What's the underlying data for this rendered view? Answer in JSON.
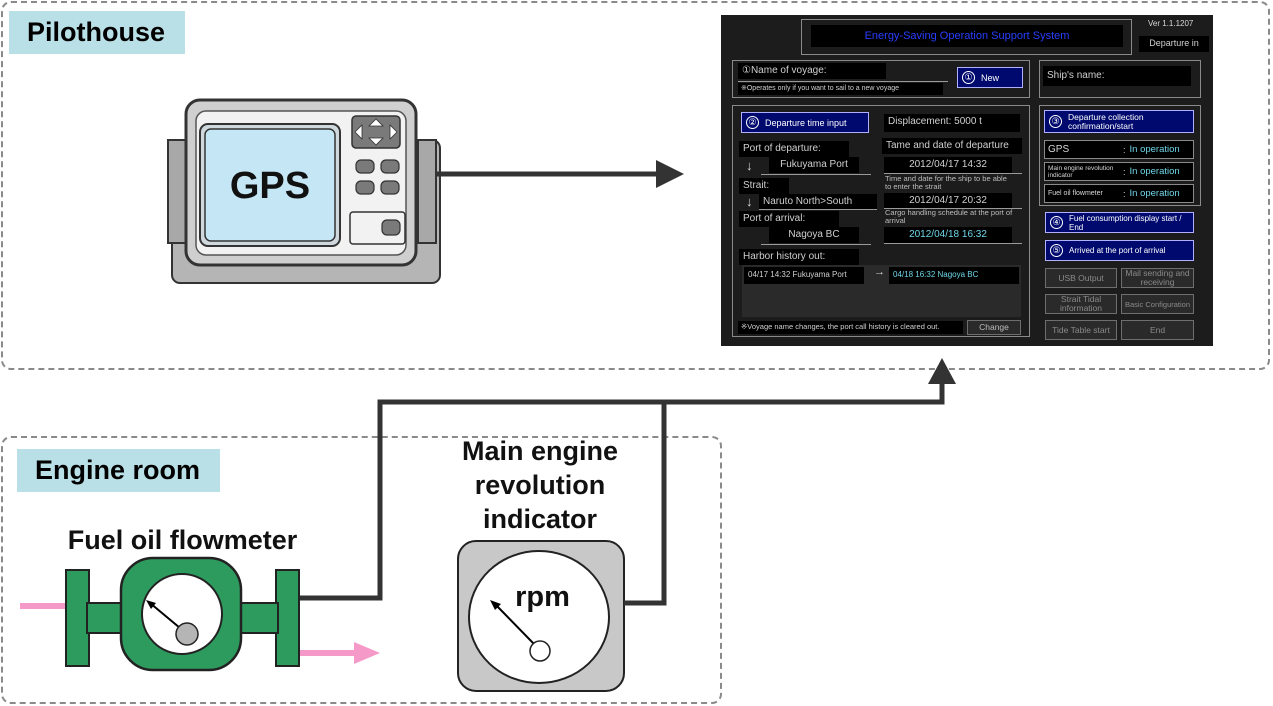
{
  "zones": {
    "pilothouse": "Pilothouse",
    "engine_room": "Engine room"
  },
  "devices": {
    "gps_display": "GPS",
    "flowmeter_label": "Fuel oil flowmeter",
    "rpm_indicator_label_lines": [
      "Main engine",
      "revolution",
      "indicator"
    ],
    "rpm_dial_text": "rpm"
  },
  "colors": {
    "zone_label_bg": "#b9e0e6",
    "flowmeter_green": "#2e9b5e",
    "oil_pipe_pink": "#f59ac8",
    "screen_accent_blue": "#000a6e",
    "screen_cyan": "#6fd6e8"
  },
  "screen": {
    "version": "Ver 1.1.1207",
    "title": "Energy-Saving Operation Support System",
    "mode": "Departure in",
    "voyage_name_label": "①Name of voyage:",
    "voyage_note": "※Operates only if you want to sail to a new voyage",
    "new_button": "New",
    "new_button_num": "①",
    "ships_name_label": "Ship's name:",
    "departure_time_button": "Departure time input",
    "departure_time_num": "②",
    "displacement": "Displacement:  5000 t",
    "port_departure_label": "Port of departure:",
    "port_departure_value": "Fukuyama Port",
    "strait_label": "Strait:",
    "strait_value": "Naruto North>South",
    "port_arrival_label": "Port of arrival:",
    "port_arrival_value": "Nagoya BC",
    "date_departure_label": "Tame and date of departure",
    "date_departure_value": "2012/04/17 14:32",
    "strait_time_note": "Time and date for the ship to be able to enter the strait",
    "strait_time_value": "2012/04/17 20:32",
    "cargo_note": "Cargo handling schedule at the port of arrival",
    "cargo_value": "2012/04/18 16:32",
    "harbor_history_label": "Harbor history out:",
    "harbor_history_from": "04/17  14:32  Fukuyama Port",
    "harbor_history_to": "04/18 16:32 Nagoya BC",
    "history_note": "※Voyage name changes, the port call history is cleared out.",
    "change_button": "Change",
    "arrow_down": "↓",
    "arrow_right": "→",
    "departure_collection_num": "③",
    "departure_collection_button": "Departure collection confirmation/start",
    "status_rows": [
      {
        "name": "GPS",
        "status": "In operation"
      },
      {
        "name": "Main engine revolution indicator",
        "status": "In operation"
      },
      {
        "name": "Fuel oil flowmeter",
        "status": "In operation"
      }
    ],
    "fuel_display_num": "④",
    "fuel_display_button": "Fuel consumption display start  /  End",
    "arrived_num": "⑤",
    "arrived_button": "Arrived at the port of arrival",
    "gray_buttons": [
      "USB Output",
      "Mail sending and receiving",
      "Strait Tidal information",
      "Basic Configuration",
      "Tide Table start",
      "End"
    ]
  }
}
